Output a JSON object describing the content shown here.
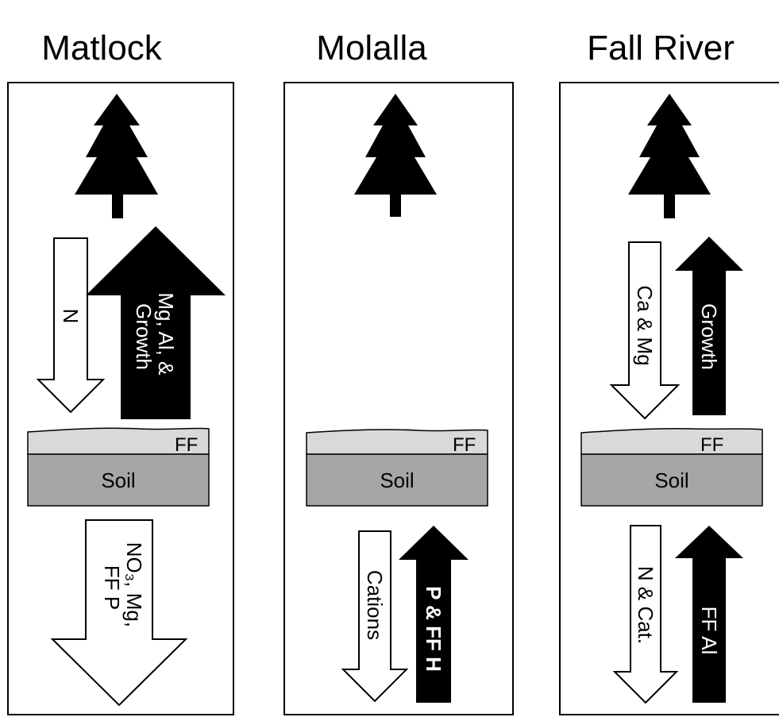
{
  "panels": [
    {
      "title": "Matlock",
      "ff_label": "FF",
      "soil_label": "Soil",
      "upper_down_arrow": [
        "N"
      ],
      "upper_up_arrow": [
        "Mg, Al, &",
        "Growth"
      ],
      "lower_down_arrow": [
        "NO₃, Mg,",
        "FF P"
      ],
      "lower_up_arrow": []
    },
    {
      "title": "Molalla",
      "ff_label": "FF",
      "soil_label": "Soil",
      "upper_down_arrow": [],
      "upper_up_arrow": [],
      "lower_down_arrow": [
        "Cations"
      ],
      "lower_up_arrow": [
        "P & FF H"
      ]
    },
    {
      "title": "Fall River",
      "ff_label": "FF",
      "soil_label": "Soil",
      "upper_down_arrow": [
        "Ca & Mg"
      ],
      "upper_up_arrow": [
        "Growth"
      ],
      "lower_down_arrow": [
        "N & Cat."
      ],
      "lower_up_arrow": [
        "FF Al"
      ]
    }
  ],
  "colors": {
    "tree": "#000000",
    "forest_floor": "#d9d9d9",
    "soil": "#a6a6a6",
    "up_arrow": "#000000",
    "down_arrow": "#ffffff"
  }
}
